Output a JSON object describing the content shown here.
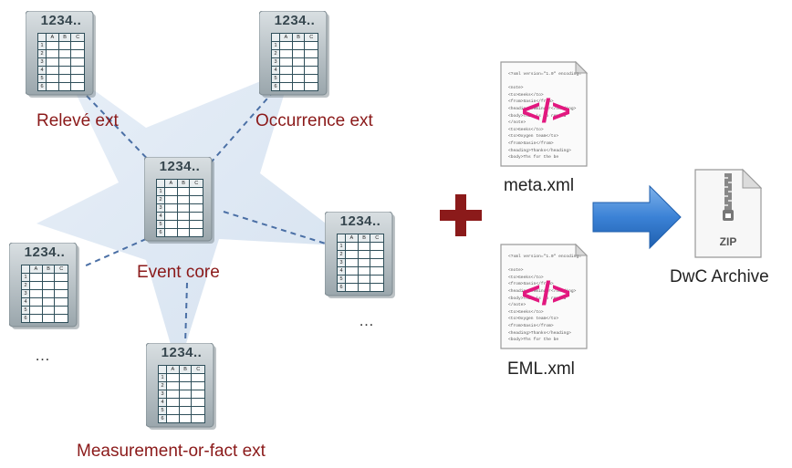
{
  "core": {
    "label": "Event core",
    "digits": "1234.."
  },
  "extensions": [
    {
      "id": "releve",
      "label": "Relevé ext",
      "digits": "1234.."
    },
    {
      "id": "occurrence",
      "label": "Occurrence ext",
      "digits": "1234.."
    },
    {
      "id": "right",
      "label": "…",
      "digits": "1234.."
    },
    {
      "id": "measurement",
      "label": "Measurement-or-fact ext",
      "digits": "1234.."
    },
    {
      "id": "left",
      "label": "…",
      "digits": "1234.."
    }
  ],
  "table_columns": [
    "A",
    "B",
    "C"
  ],
  "table_rows": [
    "1",
    "2",
    "3",
    "4",
    "5",
    "6"
  ],
  "plus_symbol": "+",
  "files": [
    {
      "id": "meta",
      "label": "meta.xml"
    },
    {
      "id": "eml",
      "label": "EML.xml"
    }
  ],
  "xml_snippet": [
    "<?xml version=\"1.0\" encoding=",
    "",
    "<note>",
    "<to>Geeks</to>",
    "  <from>Sasin</from>",
    "<heading>Reminder</heading>",
    "<body>This is to remind",
    "</note>",
    "<to>Geeks</to>",
    "<to>Oxygen team</to>",
    "  <from>Sasin</from>",
    "<heading>Thanks</heading>",
    "<body>Ths for the be"
  ],
  "xml_tag_glyph": "</>",
  "archive": {
    "label": "DwC Archive",
    "badge": "ZIP"
  },
  "colors": {
    "label_red": "#8b1a1a",
    "plus_red": "#8b1a1a",
    "arrow_blue": "#2e75c8",
    "xml_tag_pink": "#e2187f",
    "star_fill": "#dce7f3",
    "connector": "#4a6fa5"
  }
}
